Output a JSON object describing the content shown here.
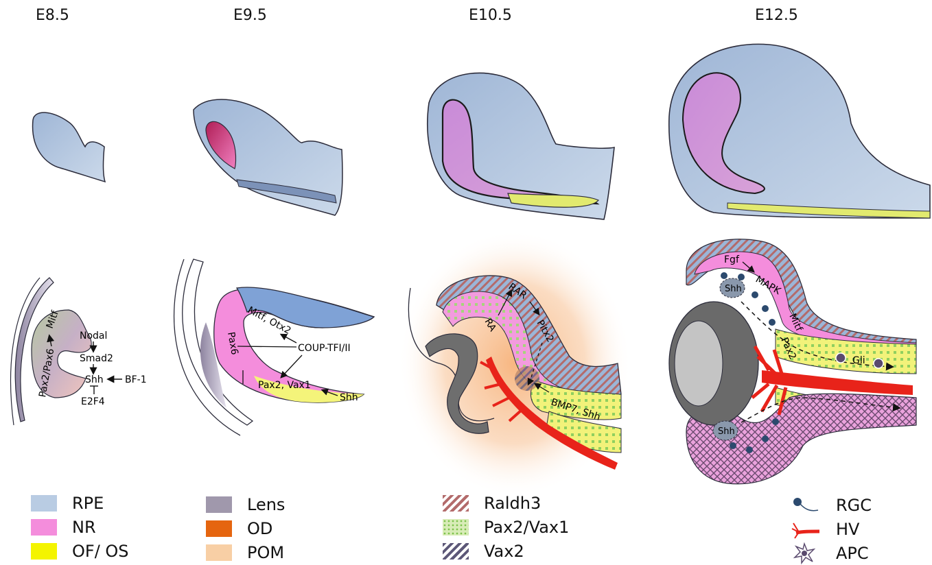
{
  "stages": {
    "e85": "E8.5",
    "e95": "E9.5",
    "e105": "E10.5",
    "e125": "E12.5"
  },
  "e85_labels": {
    "mitf": "Mitf",
    "pax2pax6": "Pax2/Pax6",
    "nodal": "Nodal",
    "smad2": "Smad2",
    "shh": "Shh",
    "bf1": "BF-1",
    "e2f4": "E2F4"
  },
  "e95_labels": {
    "mitf_otx2": "Mitf, Otx2",
    "pax6": "Pax6",
    "coup": "COUP-TFI/II",
    "pax2_vax1": "Pax2, Vax1",
    "shh": "Shh"
  },
  "e105_labels": {
    "rar": "RAR",
    "ra": "RA",
    "pitx2": "Pitx2",
    "bmp7_shh": "BMP7, Shh"
  },
  "e125_labels": {
    "fgf": "Fgf",
    "mapk": "MAPK",
    "mitf": "Mitf",
    "pax2": "Pax2",
    "shh_top": "Shh",
    "shh_bottom": "Shh",
    "gli": "Gli"
  },
  "legend": {
    "col1": [
      "RPE",
      "NR",
      "OF/ OS"
    ],
    "col2": [
      "Lens",
      "OD",
      "POM"
    ],
    "col3": [
      "Raldh3",
      "Pax2/Vax1",
      "Vax2"
    ],
    "col4": [
      "RGC",
      "HV",
      "APC"
    ]
  },
  "colors": {
    "rpe": "#b9cce3",
    "nr": "#f48ddc",
    "of_os": "#f4f400",
    "lens": "#a098ac",
    "od": "#e5650f",
    "pom": "#f8cfa5",
    "hv": "#e8231a",
    "rgc": "#2c4a6e"
  }
}
